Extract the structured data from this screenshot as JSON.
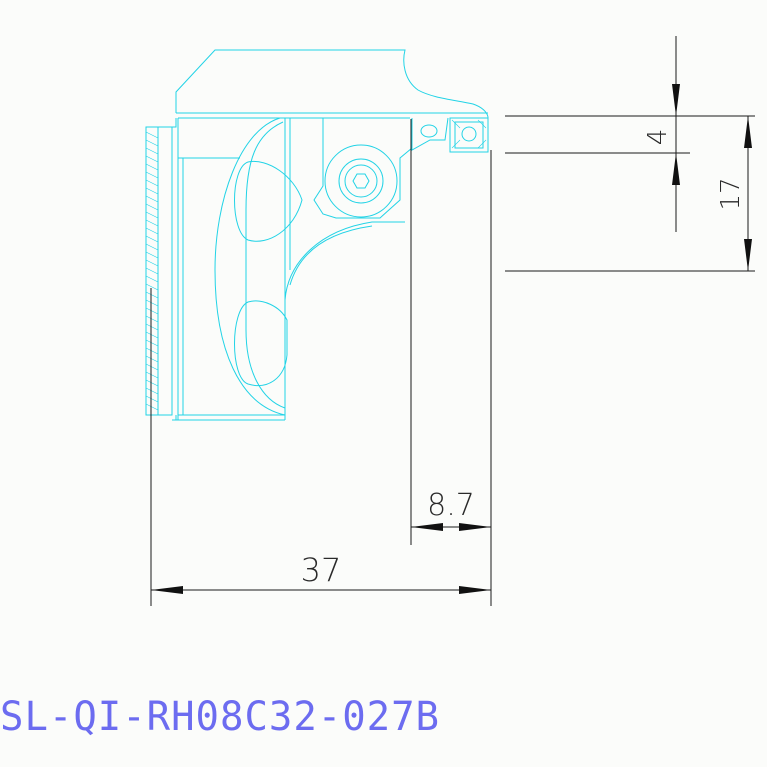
{
  "colors": {
    "background": "#fbfcfa",
    "part_outline": "#22d3e6",
    "dimension_lines": "#1a1a1a",
    "title_text": "#6c6cf0"
  },
  "dimensions": {
    "height_small": "4",
    "height_large": "17",
    "insert_width": "8.7",
    "overall_width": "37"
  },
  "drawing_number": "SL-QI-RH08C32-027B"
}
